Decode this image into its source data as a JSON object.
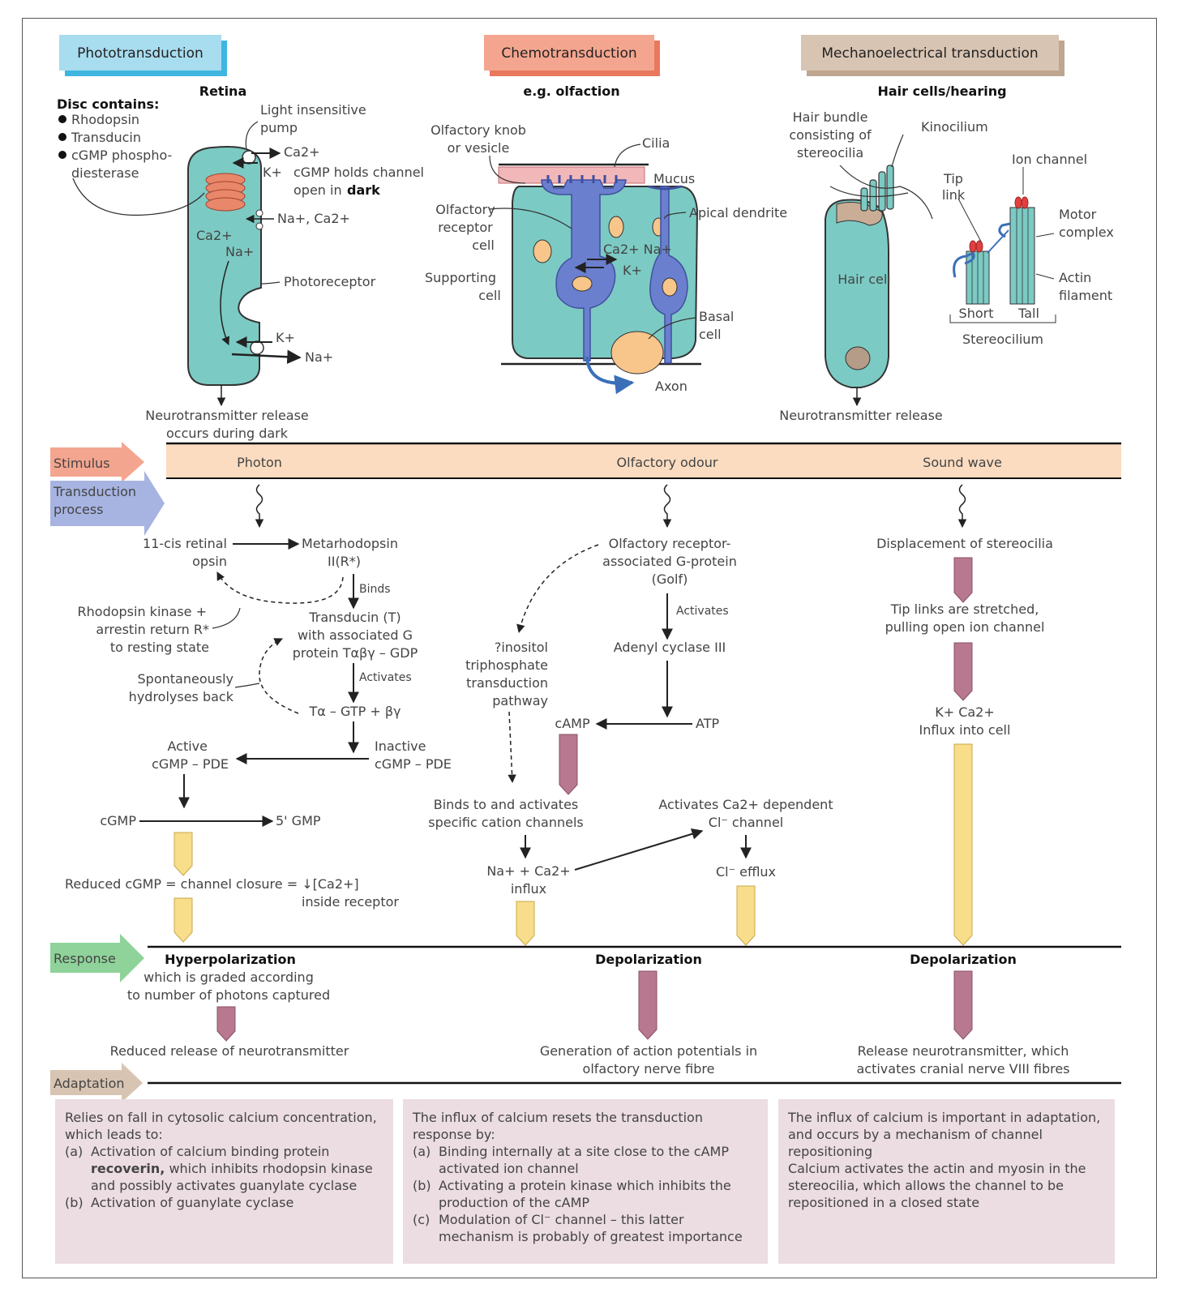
{
  "headers": {
    "photo": "Phototransduction",
    "chemo": "Chemotransduction",
    "mech": "Mechanoelectrical transduction"
  },
  "colors": {
    "photo_tab": "#a8dcef",
    "chemo_tab": "#f4a58f",
    "mech_tab": "#d8c4b2",
    "cell_teal": "#7ccac4",
    "nerve_blue": "#6b7fcf",
    "stimulus_band": "#fbdcc0",
    "mauve_arrow": "#b8788f",
    "yellow_arrow": "#f8dd8a",
    "adaptation_box": "#ecdde3",
    "red_links": "#e04040"
  },
  "top": {
    "photo": {
      "title": "Retina",
      "disc_title": "Disc contains:",
      "disc_items": [
        "Rhodopsin",
        "Transducin",
        "cGMP phospho-",
        "diesterase"
      ],
      "pump_1": "Light insensitive",
      "pump_2": "pump",
      "ca_out": "Ca2+",
      "k_in": "K+",
      "cgmp_1": "cGMP holds channel",
      "cgmp_2": "open in",
      "cgmp_dark": "dark",
      "na_ca": "Na+, Ca2+",
      "ca_in": "Ca2+",
      "na_in": "Na+",
      "photoreceptor": "Photoreceptor",
      "k_bottom": "K+",
      "na_bottom": "Na+",
      "nt_1": "Neurotransmitter release",
      "nt_2": "occurs during dark"
    },
    "chemo": {
      "title": "e.g. olfaction",
      "knob_1": "Olfactory knob",
      "knob_2": "or vesicle",
      "cilia": "Cilia",
      "mucus": "Mucus",
      "receptor_1": "Olfactory",
      "receptor_2": "receptor",
      "receptor_3": "cell",
      "apical": "Apical dendrite",
      "ions_1": "Ca2+ Na+",
      "ions_2": "K+",
      "supporting_1": "Supporting",
      "supporting_2": "cell",
      "basal_1": "Basal",
      "basal_2": "cell",
      "axon": "Axon"
    },
    "mech": {
      "title": "Hair cells/hearing",
      "bundle_1": "Hair bundle",
      "bundle_2": "consisting of",
      "bundle_3": "stereocilia",
      "kinocilium": "Kinocilium",
      "ion_channel": "Ion channel",
      "tip_1": "Tip",
      "tip_2": "link",
      "motor_1": "Motor",
      "motor_2": "complex",
      "hair_cell": "Hair cell",
      "actin_1": "Actin",
      "actin_2": "filament",
      "short": "Short",
      "tall": "Tall",
      "stereocilium": "Stereocilium",
      "nt": "Neurotransmitter release"
    }
  },
  "side_labels": {
    "stimulus": "Stimulus",
    "transduction_1": "Transduction",
    "transduction_2": "process",
    "response": "Response",
    "adaptation": "Adaptation"
  },
  "stimuli": {
    "photo": "Photon",
    "chemo": "Olfactory odour",
    "mech": "Sound wave"
  },
  "photo_flow": {
    "retinal_1": "11-cis retinal",
    "retinal_2": "opsin",
    "meta_1": "Metarhodopsin",
    "meta_2": "II(R*)",
    "binds": "Binds",
    "kinase_1": "Rhodopsin kinase +",
    "kinase_2": "arrestin return R*",
    "kinase_3": "to resting state",
    "transducin_1": "Transducin (T)",
    "transducin_2": "with associated G",
    "transducin_3": "protein Tαβγ – GDP",
    "spont_1": "Spontaneously",
    "spont_2": "hydrolyses back",
    "activates": "Activates",
    "t_gtp": "Tα – GTP + βγ",
    "active_1": "Active",
    "active_2": "cGMP – PDE",
    "inactive_1": "Inactive",
    "inactive_2": "cGMP – PDE",
    "cgmp": "cGMP",
    "gmp": "5' GMP",
    "reduced": "Reduced cGMP = channel closure = ↓[Ca2+]",
    "inside": "inside receptor"
  },
  "chemo_flow": {
    "golf_1": "Olfactory receptor-",
    "golf_2": "associated G-protein",
    "golf_3": "(Golf)",
    "activates": "Activates",
    "adenyl": "Adenyl cyclase III",
    "ip3_1": "?inositol",
    "ip3_2": "triphosphate",
    "ip3_3": "transduction",
    "ip3_4": "pathway",
    "camp": "cAMP",
    "atp": "ATP",
    "binds_1": "Binds to and activates",
    "binds_2": "specific cation channels",
    "ca_dep_1": "Activates Ca2+ dependent",
    "ca_dep_2": "Cl⁻ channel",
    "influx_1": "Na+ + Ca2+",
    "influx_2": "influx",
    "cl_efflux": "Cl⁻ efflux"
  },
  "mech_flow": {
    "displacement": "Displacement of stereocilia",
    "tip_1": "Tip links are stretched,",
    "tip_2": "pulling open ion channel",
    "k_ca": "K+ Ca2+",
    "influx": "Influx into cell"
  },
  "responses": {
    "photo_title": "Hyperpolarization",
    "photo_1": "which is graded according",
    "photo_2": "to number of photons captured",
    "photo_result": "Reduced release of neurotransmitter",
    "chemo_title": "Depolarization",
    "chemo_1": "Generation of action potentials in",
    "chemo_2": "olfactory nerve fibre",
    "mech_title": "Depolarization",
    "mech_1": "Release neurotransmitter, which",
    "mech_2": "activates cranial nerve VIII fibres"
  },
  "adaptation": {
    "photo": {
      "intro": "Relies on fall in cytosolic calcium concentration, which leads to:",
      "a_label": "(a)",
      "a_text_1": "Activation of calcium binding protein",
      "a_bold": "recoverin,",
      "a_text_2": "which inhibits rhodopsin kinase and possibly activates guanylate cyclase",
      "b_label": "(b)",
      "b_text": "Activation of guanylate cyclase"
    },
    "chemo": {
      "intro": "The influx of calcium resets the transduction response by:",
      "a_label": "(a)",
      "a_text": "Binding internally at a site close to the cAMP activated ion channel",
      "b_label": "(b)",
      "b_text": "Activating a protein kinase which inhibits the production of the cAMP",
      "c_label": "(c)",
      "c_text": "Modulation of Cl⁻ channel – this latter mechanism is probably of greatest importance"
    },
    "mech": {
      "text_1": "The influx of calcium is important in adaptation, and occurs by a mechanism of channel repositioning",
      "text_2": "Calcium activates the actin and myosin in the stereocilia, which allows the channel to be repositioned in a closed state"
    }
  }
}
